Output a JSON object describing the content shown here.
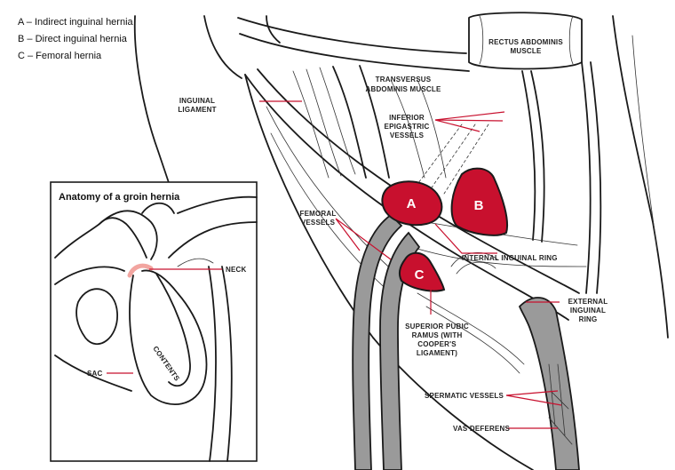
{
  "legend": [
    {
      "letter": "A",
      "text": "A – Indirect inguinal hernia"
    },
    {
      "letter": "B",
      "text": "B – Direct inguinal hernia"
    },
    {
      "letter": "C",
      "text": "C – Femoral hernia"
    }
  ],
  "markers": {
    "a": "A",
    "b": "B",
    "c": "C"
  },
  "labels": {
    "rectus_1": "RECTUS ABDOMINIS",
    "rectus_2": "MUSCLE",
    "transversus_1": "TRANSVERSUS",
    "transversus_2": "ABDOMINIS MUSCLE",
    "inguinal_lig_1": "INGUINAL",
    "inguinal_lig_2": "LIGAMENT",
    "epigastric_1": "INFERIOR",
    "epigastric_2": "EPIGASTRIC",
    "epigastric_3": "VESSELS",
    "femoral_1": "FEMORAL",
    "femoral_2": "VESSELS",
    "internal_ring": "INTERNAL INGUINAL RING",
    "external_1": "EXTERNAL",
    "external_2": "INGUINAL",
    "external_3": "RING",
    "pubic_1": "SUPERIOR PUBIC",
    "pubic_2": "RAMUS (WITH",
    "pubic_3": "COOPER'S",
    "pubic_4": "LIGAMENT)",
    "spermatic": "SPERMATIC VESSELS",
    "vas": "VAS DEFERENS"
  },
  "inset": {
    "title": "Anatomy of a groin hernia",
    "neck": "NECK",
    "sac": "SAC",
    "contents": "CONTENTS"
  },
  "colors": {
    "hernia_red": "#c8102e",
    "vessel_gray": "#9a9a9a",
    "outline": "#1a1a1a"
  }
}
